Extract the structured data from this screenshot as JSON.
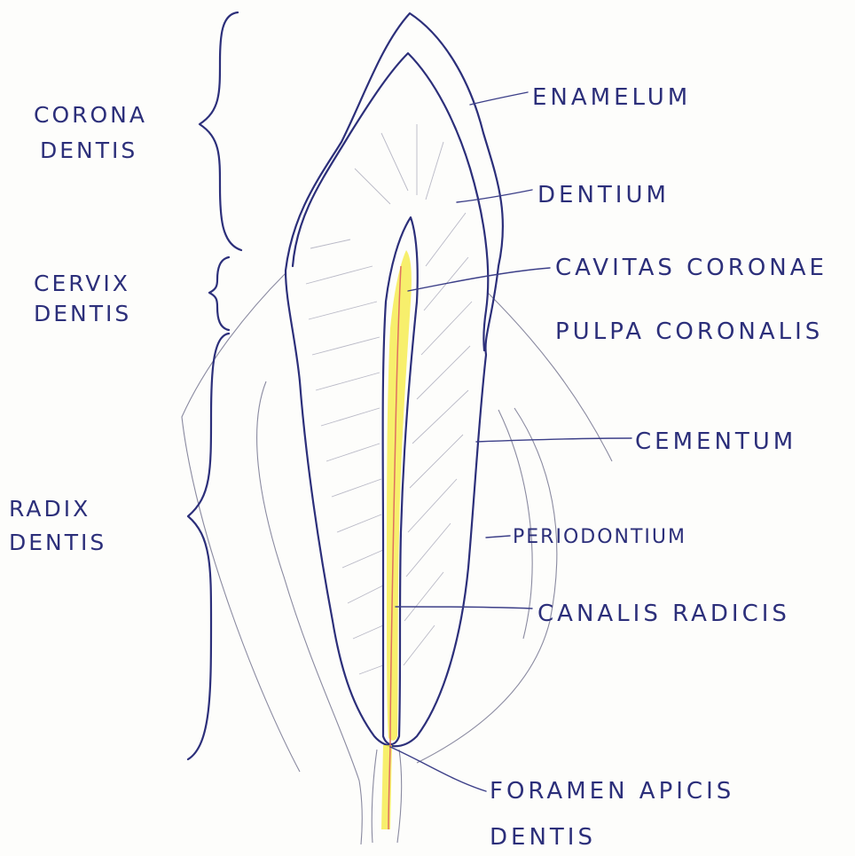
{
  "regions": {
    "corona": [
      "CORONA",
      "DENTIS"
    ],
    "cervix": [
      "CERVIX",
      "DENTIS"
    ],
    "radix": [
      "RADIX",
      "DENTIS"
    ]
  },
  "labels": {
    "enamelum": "ENAMELUM",
    "dentium": "DENTIUM",
    "cavitas_line1": "CAVITAS CORONAE",
    "cavitas_line2": "PULPA CORONALIS",
    "cementum": "CEMENTUM",
    "periodontium": "PERIODONTIUM",
    "canalis": "CANALIS RADICIS",
    "foramen_line1": "FORAMEN APICIS",
    "foramen_line2": "DENTIS"
  },
  "colors": {
    "ink": "#2c2f7a",
    "pulp_yellow": "#f4ea3c",
    "vessel_red": "#e07060",
    "bone_gray": "#8a8aa0"
  }
}
